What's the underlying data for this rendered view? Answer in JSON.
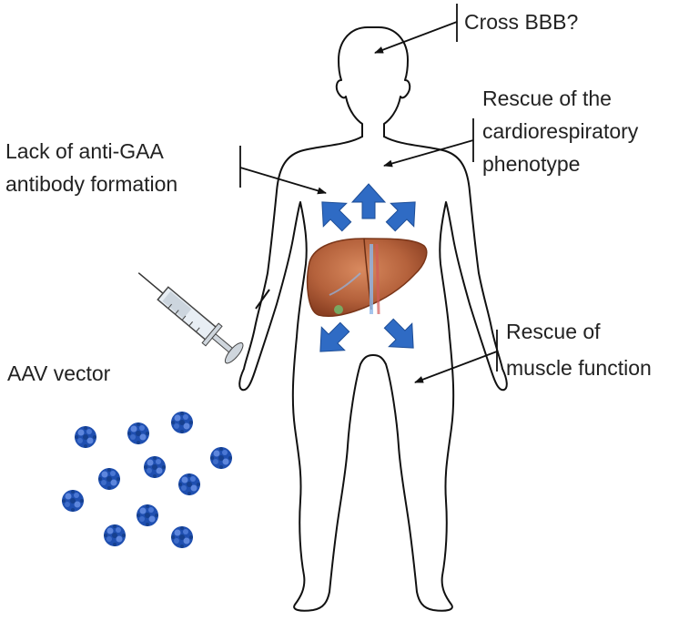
{
  "labels": {
    "cross_bbb": "Cross BBB?",
    "rescue_cardio_line1": "Rescue of the",
    "rescue_cardio_line2": "cardiorespiratory",
    "rescue_cardio_line3": "phenotype",
    "lack_antibody_line1": "Lack of anti-GAA",
    "lack_antibody_line2": "antibody formation",
    "aav_vector": "AAV vector",
    "rescue_muscle_line1": "Rescue of",
    "rescue_muscle_line2": "muscle function"
  },
  "colors": {
    "outline": "#111111",
    "arrow_blue": "#2f6bc4",
    "liver": "#b5623c",
    "particle": "#1f4fb0"
  },
  "icons": {
    "liver": "liver-icon",
    "syringe": "syringe-icon",
    "particle": "aav-particle-icon"
  }
}
